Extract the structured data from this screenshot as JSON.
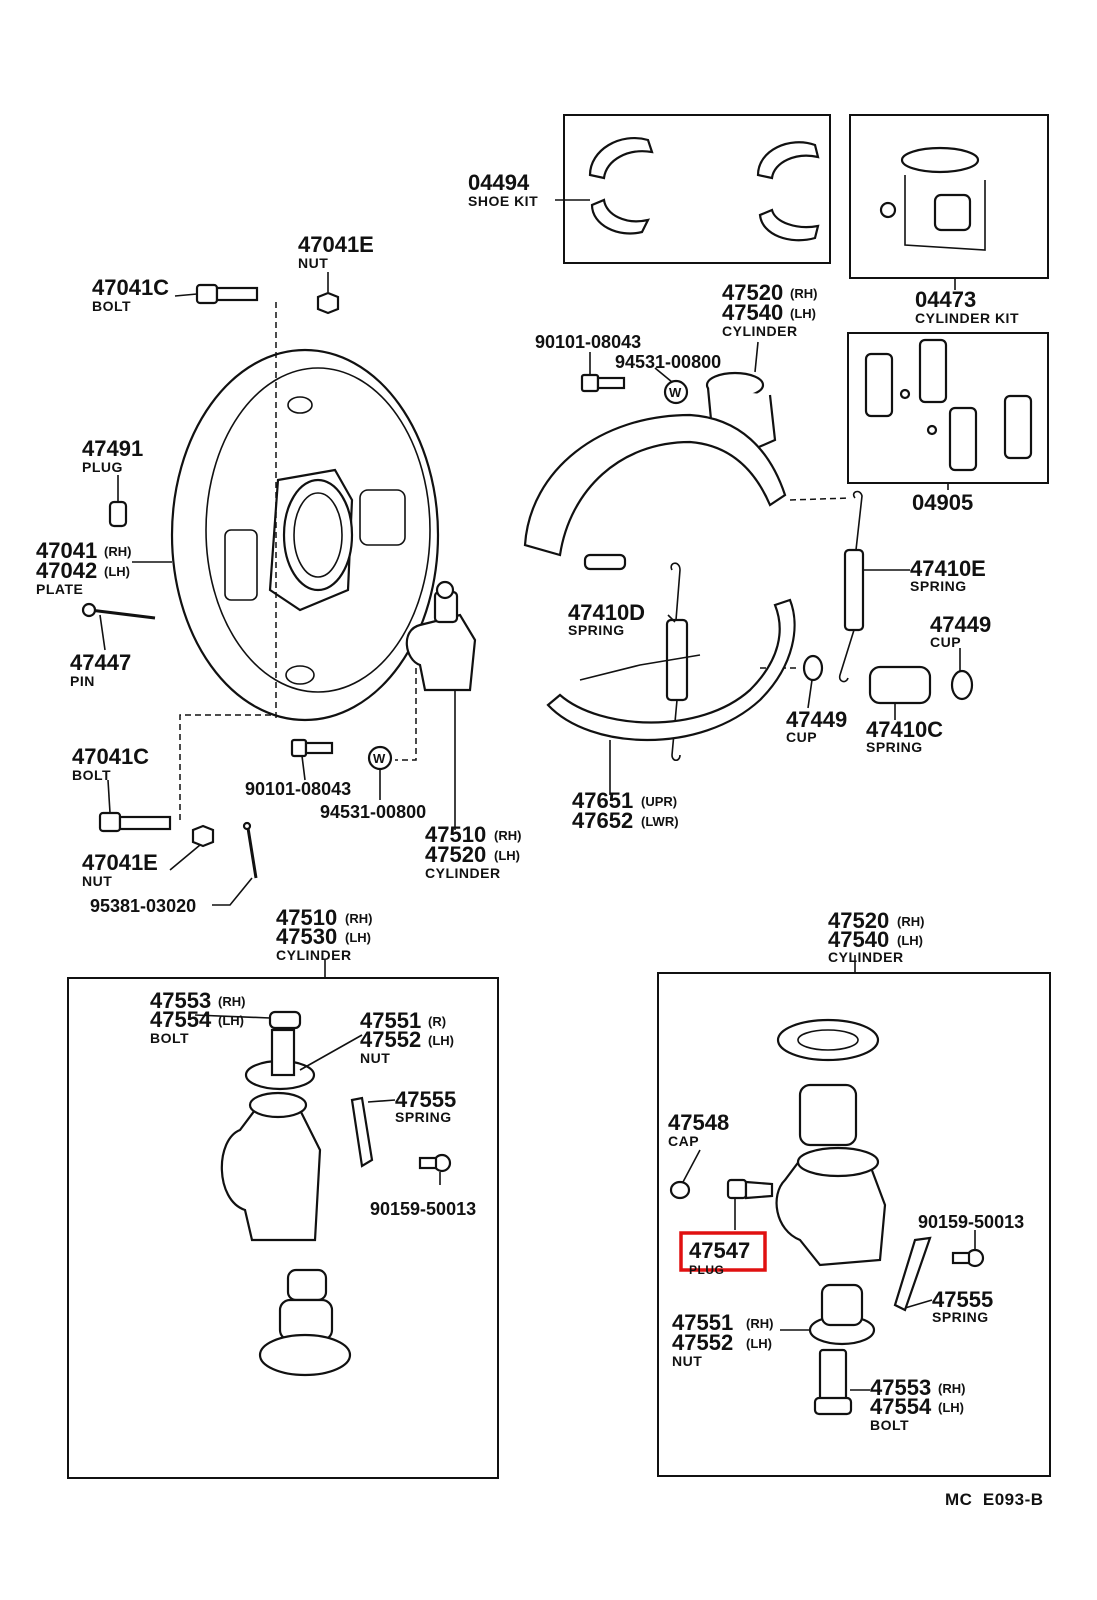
{
  "labels": {
    "shoe_kit": {
      "num": "04494",
      "name": "SHOE KIT"
    },
    "cylinder_kit": {
      "num": "04473",
      "name": "CYLINDER KIT"
    },
    "kit_04905": {
      "num": "04905"
    },
    "nut_top": {
      "num": "47041E",
      "name": "NUT"
    },
    "bolt_top": {
      "num": "47041C",
      "name": "BOLT"
    },
    "cyl_upper": {
      "rh": "47520",
      "rh_sfx": "(RH)",
      "lh": "47540",
      "lh_sfx": "(LH)",
      "name": "CYLINDER"
    },
    "bolt_upper": {
      "num": "90101-08043"
    },
    "washer_upper": {
      "num": "94531-00800"
    },
    "plug_47491": {
      "num": "47491",
      "name": "PLUG"
    },
    "plate": {
      "rh": "47041",
      "rh_sfx": "(RH)",
      "lh": "47042",
      "lh_sfx": "(LH)",
      "name": "PLATE"
    },
    "pin": {
      "num": "47447",
      "name": "PIN"
    },
    "spring_d": {
      "num": "47410D",
      "name": "SPRING"
    },
    "spring_e": {
      "num": "47410E",
      "name": "SPRING"
    },
    "cup_right": {
      "num": "47449",
      "name": "CUP"
    },
    "cup_mid": {
      "num": "47449",
      "name": "CUP"
    },
    "spring_c": {
      "num": "47410C",
      "name": "SPRING"
    },
    "bolt_lower": {
      "num": "47041C",
      "name": "BOLT"
    },
    "bolt_lower2": {
      "num": "90101-08043"
    },
    "washer_lower": {
      "num": "94531-00800"
    },
    "cyl_lower": {
      "rh": "47510",
      "rh_sfx": "(RH)",
      "lh": "47520",
      "lh_sfx": "(LH)",
      "name": "CYLINDER"
    },
    "shoe": {
      "upr": "47651",
      "upr_sfx": "(UPR)",
      "lwr": "47652",
      "lwr_sfx": "(LWR)"
    },
    "nut_lower": {
      "num": "47041E",
      "name": "NUT"
    },
    "cotter": {
      "num": "95381-03020"
    },
    "detail_left_title": {
      "rh": "47510",
      "rh_sfx": "(RH)",
      "lh": "47530",
      "lh_sfx": "(LH)",
      "name": "CYLINDER"
    },
    "detail_right_title": {
      "rh": "47520",
      "rh_sfx": "(RH)",
      "lh": "47540",
      "lh_sfx": "(LH)",
      "name": "CYLINDER"
    },
    "dl_bolt": {
      "rh": "47553",
      "rh_sfx": "(RH)",
      "lh": "47554",
      "lh_sfx": "(LH)",
      "name": "BOLT"
    },
    "dl_nut": {
      "rh": "47551",
      "rh_sfx": "(R)",
      "lh": "47552",
      "lh_sfx": "(LH)",
      "name": "NUT"
    },
    "dl_spring": {
      "num": "47555",
      "name": "SPRING"
    },
    "dl_screw": {
      "num": "90159-50013"
    },
    "dr_cap": {
      "num": "47548",
      "name": "CAP"
    },
    "dr_plug": {
      "num": "47547",
      "name": "PLUG"
    },
    "dr_screw": {
      "num": "90159-50013"
    },
    "dr_spring": {
      "num": "47555",
      "name": "SPRING"
    },
    "dr_nut": {
      "rh": "47551",
      "rh_sfx": "(RH)",
      "lh": "47552",
      "lh_sfx": "(LH)",
      "name": "NUT"
    },
    "dr_bolt": {
      "rh": "47553",
      "rh_sfx": "(RH)",
      "lh": "47554",
      "lh_sfx": "(LH)",
      "name": "BOLT"
    },
    "figure_code": "MC  E093-B"
  },
  "colors": {
    "line": "#111111",
    "highlight": "#e01010",
    "background": "#ffffff"
  }
}
